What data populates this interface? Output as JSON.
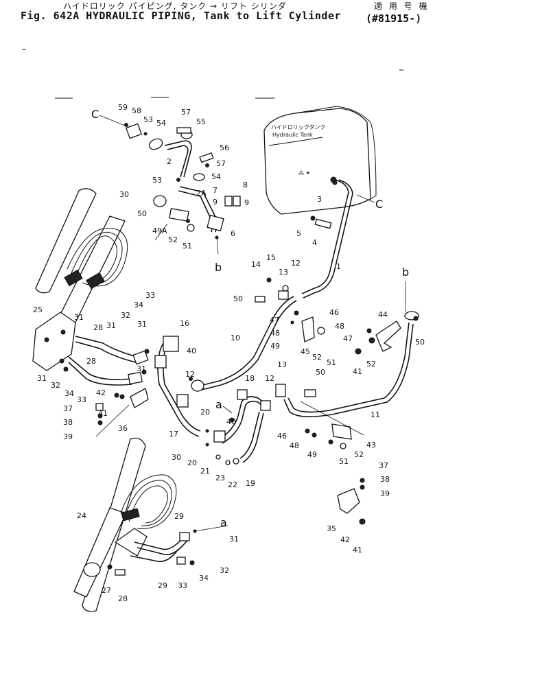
{
  "header": {
    "jp_title": "ハイドロリック パイピング, タンク → リフト シリンダ",
    "en_title": "Fig. 642A HYDRAULIC PIPING, Tank to Lift Cylinder",
    "jp_serial_label": "適 用 号 機",
    "serial": "(#81915-)"
  },
  "tank": {
    "jp_label": "ハイドロリックタンク",
    "en_label": "Hydraulic Tank"
  },
  "connection_letters": [
    {
      "id": "c1",
      "text": "C"
    },
    {
      "id": "c2",
      "text": "C"
    },
    {
      "id": "b1",
      "text": "b"
    },
    {
      "id": "b2",
      "text": "b"
    },
    {
      "id": "a1",
      "text": "a"
    },
    {
      "id": "a2",
      "text": "a"
    }
  ],
  "callouts": [
    {
      "id": "p59",
      "text": "59"
    },
    {
      "id": "p58",
      "text": "58"
    },
    {
      "id": "p53a",
      "text": "53"
    },
    {
      "id": "p54a",
      "text": "54"
    },
    {
      "id": "p57a",
      "text": "57"
    },
    {
      "id": "p55",
      "text": "55"
    },
    {
      "id": "p56",
      "text": "56"
    },
    {
      "id": "p2",
      "text": "2"
    },
    {
      "id": "p57b",
      "text": "57"
    },
    {
      "id": "p53b",
      "text": "53"
    },
    {
      "id": "p54b",
      "text": "54"
    },
    {
      "id": "p2A",
      "text": "2A"
    },
    {
      "id": "p7",
      "text": "7"
    },
    {
      "id": "p8",
      "text": "8"
    },
    {
      "id": "p9a",
      "text": "9"
    },
    {
      "id": "p9b",
      "text": "9"
    },
    {
      "id": "p50a",
      "text": "50"
    },
    {
      "id": "p49A",
      "text": "49A"
    },
    {
      "id": "p52a",
      "text": "52"
    },
    {
      "id": "p51a",
      "text": "51"
    },
    {
      "id": "p6",
      "text": "6"
    },
    {
      "id": "p3",
      "text": "3"
    },
    {
      "id": "p5",
      "text": "5"
    },
    {
      "id": "p4",
      "text": "4"
    },
    {
      "id": "p1",
      "text": "1"
    },
    {
      "id": "p30a",
      "text": "30"
    },
    {
      "id": "p14",
      "text": "14"
    },
    {
      "id": "p15",
      "text": "15"
    },
    {
      "id": "p13a",
      "text": "13"
    },
    {
      "id": "p12a",
      "text": "12"
    },
    {
      "id": "p50b",
      "text": "50"
    },
    {
      "id": "p33a",
      "text": "33"
    },
    {
      "id": "p34a",
      "text": "34"
    },
    {
      "id": "p32a",
      "text": "32"
    },
    {
      "id": "p31a",
      "text": "31"
    },
    {
      "id": "p25",
      "text": "25"
    },
    {
      "id": "p31b",
      "text": "31"
    },
    {
      "id": "p28a",
      "text": "28"
    },
    {
      "id": "p31c",
      "text": "31"
    },
    {
      "id": "p16",
      "text": "16"
    },
    {
      "id": "p47a",
      "text": "47"
    },
    {
      "id": "p48a",
      "text": "48"
    },
    {
      "id": "p49a",
      "text": "49"
    },
    {
      "id": "p44",
      "text": "44"
    },
    {
      "id": "p46a",
      "text": "46"
    },
    {
      "id": "p48b",
      "text": "48"
    },
    {
      "id": "p47b",
      "text": "47"
    },
    {
      "id": "p50c",
      "text": "50"
    },
    {
      "id": "p45",
      "text": "45"
    },
    {
      "id": "p52b",
      "text": "52"
    },
    {
      "id": "p51b",
      "text": "51"
    },
    {
      "id": "p41a",
      "text": "41"
    },
    {
      "id": "p52c",
      "text": "52"
    },
    {
      "id": "p10",
      "text": "10"
    },
    {
      "id": "p31d",
      "text": "31"
    },
    {
      "id": "p28b",
      "text": "28"
    },
    {
      "id": "p31e",
      "text": "31"
    },
    {
      "id": "p30b",
      "text": "30"
    },
    {
      "id": "p40a",
      "text": "40"
    },
    {
      "id": "p12b",
      "text": "12"
    },
    {
      "id": "p32b",
      "text": "32"
    },
    {
      "id": "p34b",
      "text": "34"
    },
    {
      "id": "p33b",
      "text": "33"
    },
    {
      "id": "p42a",
      "text": "42"
    },
    {
      "id": "p37a",
      "text": "37"
    },
    {
      "id": "p41b",
      "text": "41"
    },
    {
      "id": "p38a",
      "text": "38"
    },
    {
      "id": "p39a",
      "text": "39"
    },
    {
      "id": "p36",
      "text": "36"
    },
    {
      "id": "p18",
      "text": "18"
    },
    {
      "id": "p13b",
      "text": "13"
    },
    {
      "id": "p12c",
      "text": "12"
    },
    {
      "id": "p50d",
      "text": "50"
    },
    {
      "id": "p40b",
      "text": "40"
    },
    {
      "id": "p11",
      "text": "11"
    },
    {
      "id": "p20a",
      "text": "20"
    },
    {
      "id": "p17",
      "text": "17"
    },
    {
      "id": "p20b",
      "text": "20"
    },
    {
      "id": "p21",
      "text": "21"
    },
    {
      "id": "p23",
      "text": "23"
    },
    {
      "id": "p22",
      "text": "22"
    },
    {
      "id": "p19",
      "text": "19"
    },
    {
      "id": "p46b",
      "text": "46"
    },
    {
      "id": "p48c",
      "text": "48"
    },
    {
      "id": "p49b",
      "text": "49"
    },
    {
      "id": "p43",
      "text": "43"
    },
    {
      "id": "p52d",
      "text": "52"
    },
    {
      "id": "p51c",
      "text": "51"
    },
    {
      "id": "p37b",
      "text": "37"
    },
    {
      "id": "p38b",
      "text": "38"
    },
    {
      "id": "p39b",
      "text": "39"
    },
    {
      "id": "p35",
      "text": "35"
    },
    {
      "id": "p42b",
      "text": "42"
    },
    {
      "id": "p41c",
      "text": "41"
    },
    {
      "id": "p24",
      "text": "24"
    },
    {
      "id": "p29a",
      "text": "29"
    },
    {
      "id": "p31f",
      "text": "31"
    },
    {
      "id": "p32c",
      "text": "32"
    },
    {
      "id": "p29b",
      "text": "29"
    },
    {
      "id": "p33c",
      "text": "33"
    },
    {
      "id": "p34c",
      "text": "34"
    },
    {
      "id": "p27",
      "text": "27"
    },
    {
      "id": "p28c",
      "text": "28"
    }
  ]
}
